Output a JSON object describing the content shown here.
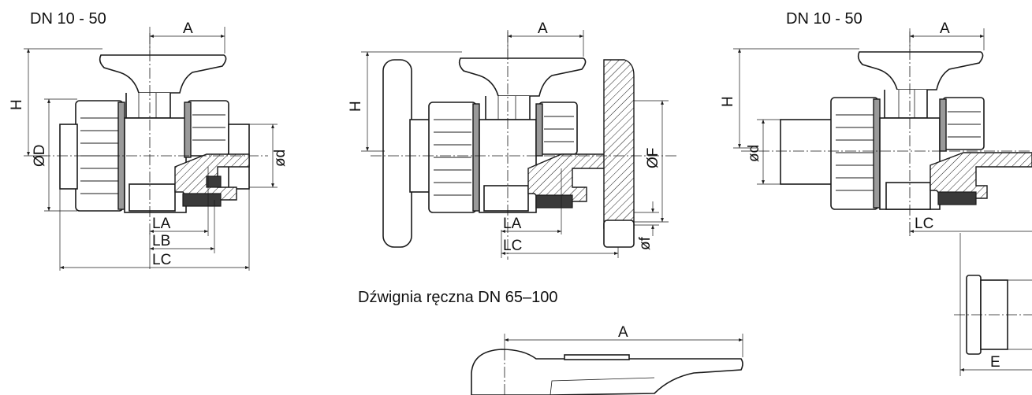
{
  "captions": {
    "left": "DN 10 - 50",
    "right": "DN 10 - 50",
    "lever": "Dźwignia ręczna DN 65–100"
  },
  "labels": {
    "a": "A",
    "h": "H",
    "od_big": "ØD",
    "od_small": "ød",
    "of_big": "ØF",
    "of_small": "øf",
    "la": "LA",
    "lb": "LB",
    "lc": "LC",
    "e": "E"
  }
}
